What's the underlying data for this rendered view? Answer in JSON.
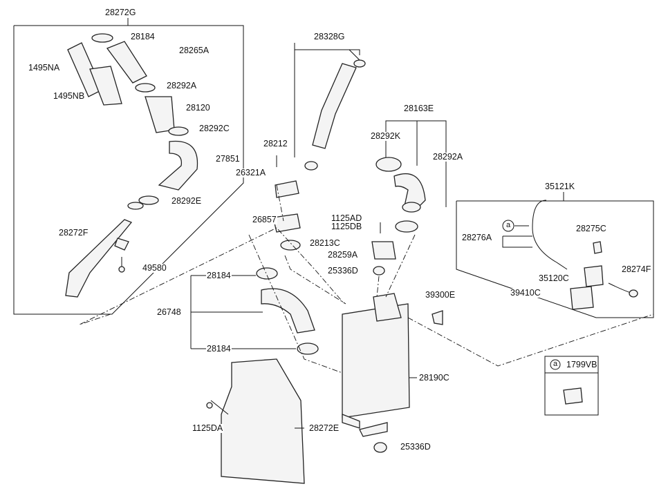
{
  "labels": {
    "l28272G": "28272G",
    "l28184a": "28184",
    "l28265A": "28265A",
    "l1495NA": "1495NA",
    "l1495NB": "1495NB",
    "l28292A_left": "28292A",
    "l28120": "28120",
    "l28292C": "28292C",
    "l27851": "27851",
    "l28292E": "28292E",
    "l28272F": "28272F",
    "l49580": "49580",
    "l28328G": "28328G",
    "l28212": "28212",
    "l26321A": "26321A",
    "l26857": "26857",
    "l28213C": "28213C",
    "l28184b": "28184",
    "l26748": "26748",
    "l28184c": "28184",
    "l1125DA": "1125DA",
    "l28272E": "28272E",
    "l28163E": "28163E",
    "l28292K": "28292K",
    "l28292A_mid": "28292A",
    "l1125AD": "1125AD",
    "l1125DB": "1125DB",
    "l28259A": "28259A",
    "l25336D_top": "25336D",
    "l39300E": "39300E",
    "l28190C": "28190C",
    "l25336D_bot": "25336D",
    "l35121K": "35121K",
    "l28275C": "28275C",
    "l28276A": "28276A",
    "l35120C": "35120C",
    "l28274F": "28274F",
    "l39410C": "39410C"
  },
  "callout": {
    "marker": "a",
    "part": "1799VB"
  },
  "callout_marker_inline": "a"
}
